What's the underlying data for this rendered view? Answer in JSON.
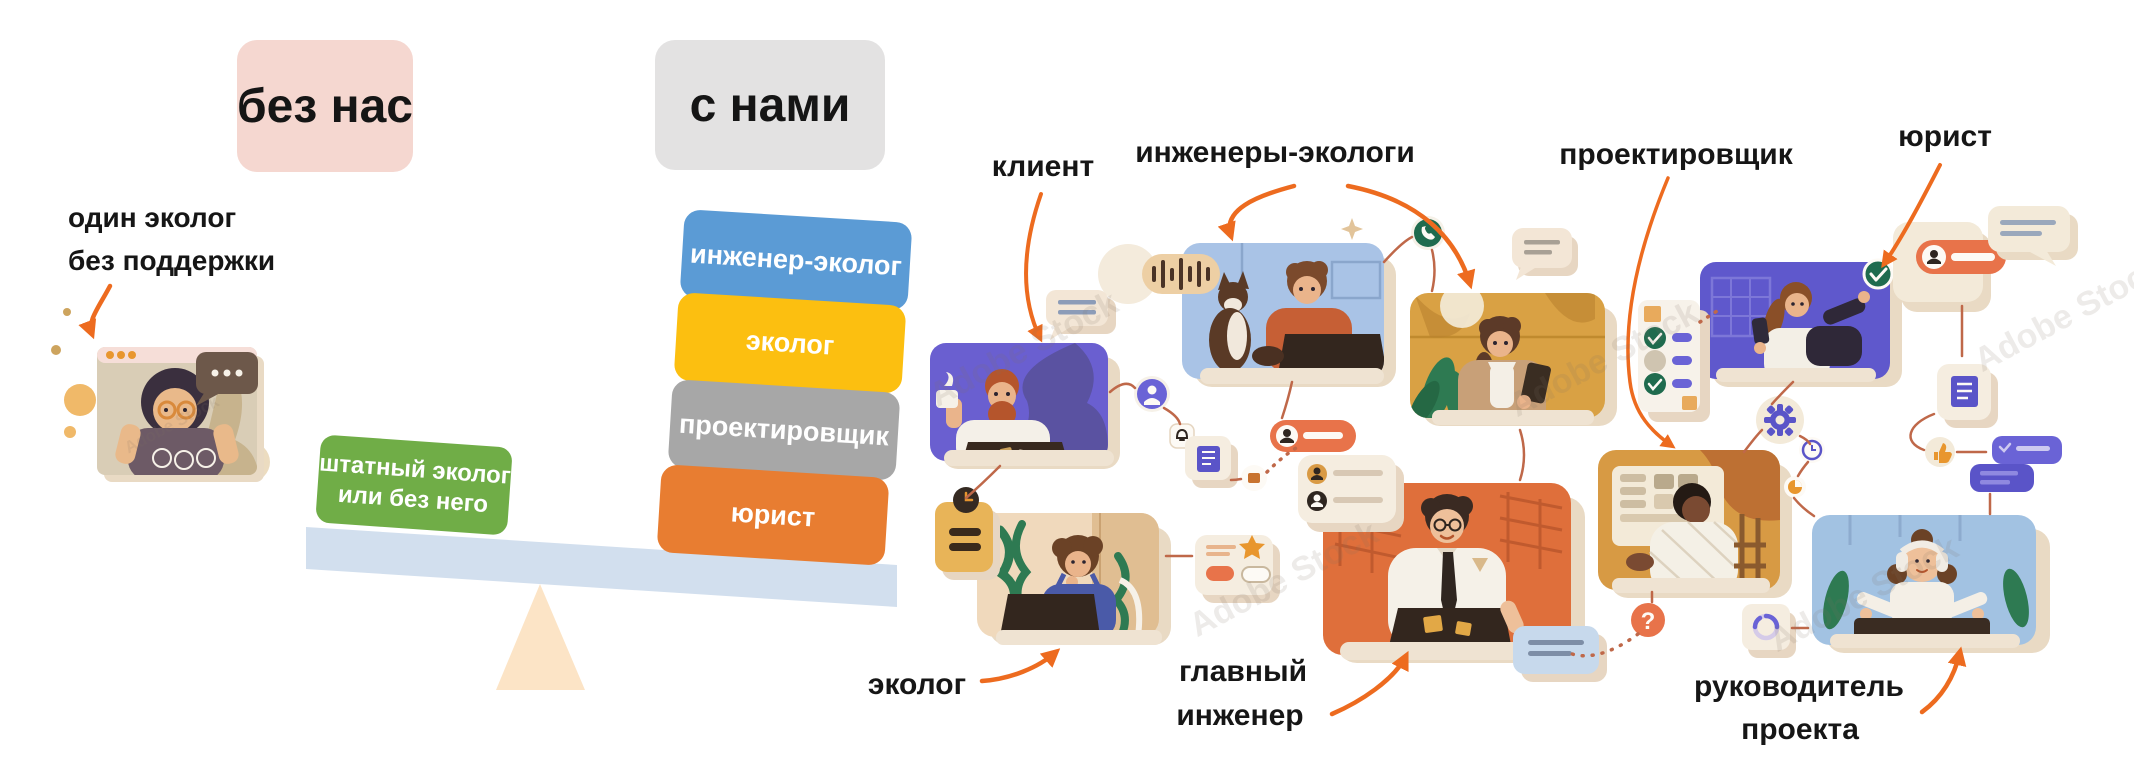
{
  "title_boxes": {
    "without_us": "без нас",
    "with_us": "с нами",
    "without_us_color": "#f5d7d0",
    "with_us_color": "#e3e2e2"
  },
  "left_scene": {
    "caption": {
      "line1": "один эколог",
      "line2": "без поддержки"
    },
    "seesaw": {
      "left_block": {
        "line1": "штатный эколог",
        "line2": "или без него",
        "color": "#70ad47"
      },
      "right_stack": [
        {
          "label": "инженер-эколог",
          "color": "#5b9bd5"
        },
        {
          "label": "эколог",
          "color": "#fcbf10"
        },
        {
          "label": "проектировщик",
          "color": "#a7a7a7"
        },
        {
          "label": "юрист",
          "color": "#e87d31"
        }
      ],
      "plank_color": "#d2dfee",
      "fulcrum_color": "#fce4c6"
    }
  },
  "network_scene": {
    "labels": {
      "client": "клиент",
      "eco_engineers": "инженеры-экологи",
      "designer": "проектировщик",
      "lawyer": "юрист",
      "ecologist": "эколог",
      "chief_engineer": {
        "line1": "главный",
        "line2": "инженер"
      },
      "project_manager": {
        "line1": "руководитель",
        "line2": "проекта"
      }
    },
    "arrow_color": "#ed6b1f",
    "connector_color": "#bf6849",
    "glyphs": {
      "question_mark": "?"
    }
  },
  "watermark_text": "Adobe Stock"
}
